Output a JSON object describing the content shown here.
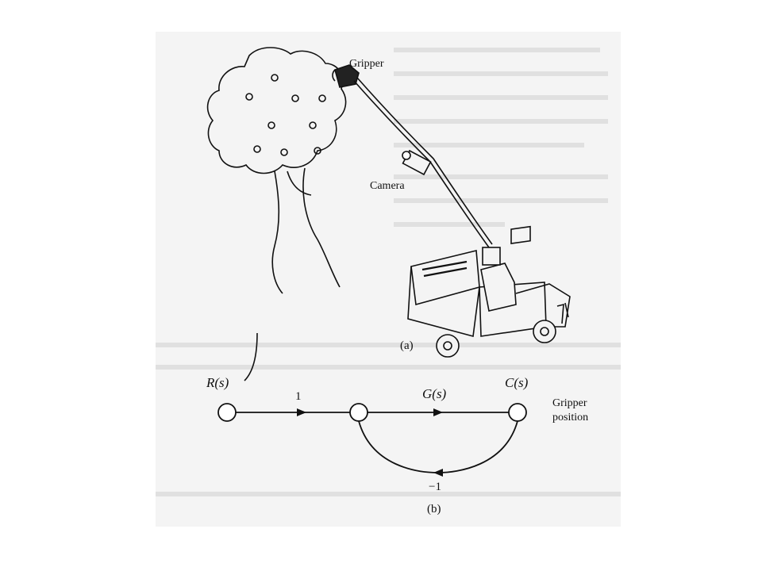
{
  "figure_a": {
    "gripper_label": "Gripper",
    "camera_label": "Camera",
    "caption": "(a)"
  },
  "figure_b": {
    "input_label": "R(s)",
    "forward_gain_label": "1",
    "plant_label": "G(s)",
    "output_label": "C(s)",
    "output_note_line1": "Gripper",
    "output_note_line2": "position",
    "feedback_gain_label": "−1",
    "caption": "(b)"
  }
}
